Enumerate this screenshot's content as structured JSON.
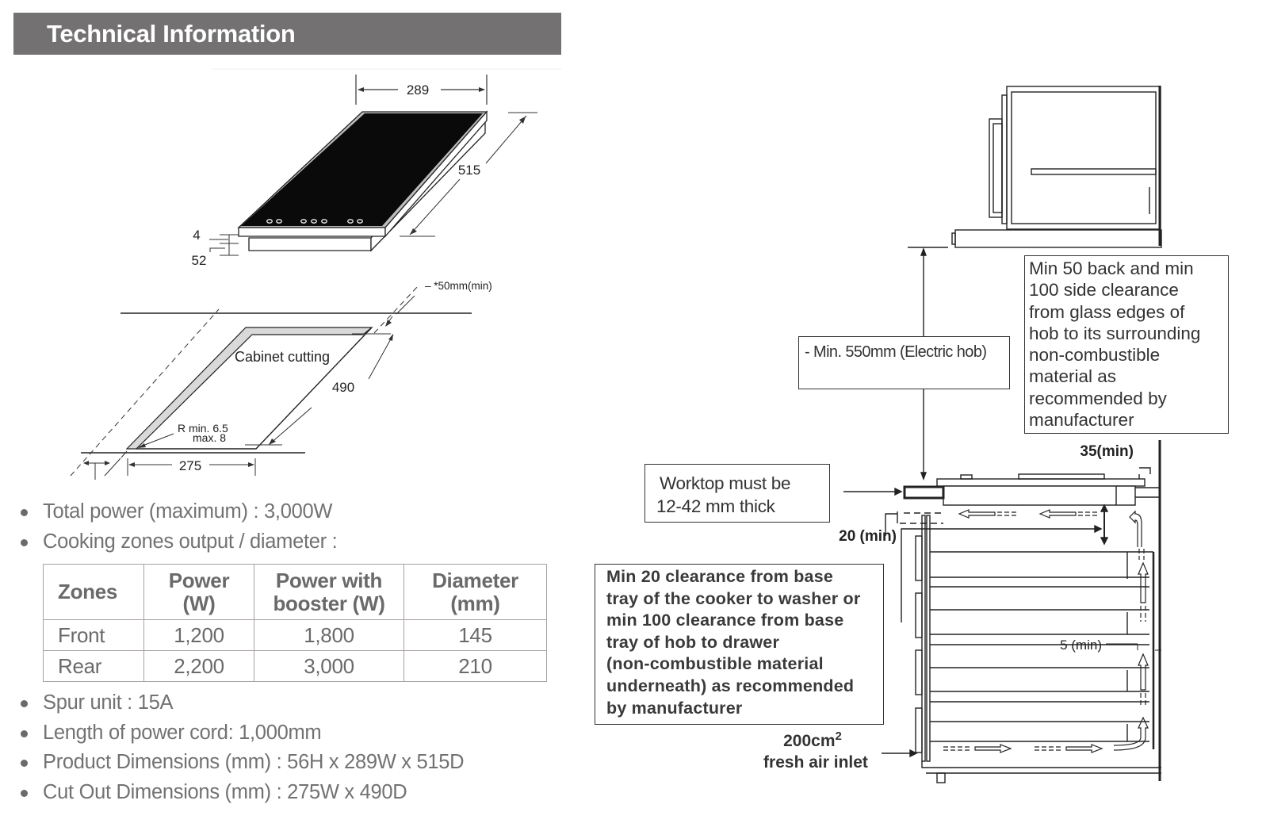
{
  "header": {
    "title": "Technical Information"
  },
  "product_drawing": {
    "width_label": "289",
    "depth_label": "515",
    "top_thickness_label": "4",
    "total_height_label": "52"
  },
  "cutout_drawing": {
    "clearance_label": "*50mm(min)",
    "title": "Cabinet cutting",
    "depth_label": "490",
    "width_label": "275",
    "radius_label_line1": "R  min. 6.5",
    "radius_label_line2": "max. 8"
  },
  "specs_top": [
    "Total power (maximum) : 3,000W",
    "Cooking zones output / diameter :"
  ],
  "zones_table": {
    "headers": [
      [
        "Zones"
      ],
      [
        "Power",
        "(W)"
      ],
      [
        "Power with",
        "booster (W)"
      ],
      [
        "Diameter",
        "(mm)"
      ]
    ],
    "rows": [
      [
        "Front",
        "1,200",
        "1,800",
        "145"
      ],
      [
        "Rear",
        "2,200",
        "3,000",
        "210"
      ]
    ]
  },
  "specs_bottom": [
    "Spur unit : 15A",
    "Length of power cord: 1,000mm",
    "Product Dimensions (mm) : 56H x 289W x 515D",
    "Cut Out Dimensions (mm) : 275W x 490D"
  ],
  "installation": {
    "hood_clearance_note": "- Min. 550mm (Electric hob)",
    "side_clearance_note": [
      "Min 50 back and min",
      "100 side clearance",
      "from glass edges of",
      "hob to its surrounding",
      "non-combustible",
      "material as",
      "recommended by",
      "manufacturer"
    ],
    "worktop_note": [
      "Worktop must be",
      "12-42 mm thick"
    ],
    "base_clearance_note": [
      "Min 20 clearance from base",
      "tray of the cooker to washer or",
      "min 100 clearance from base",
      "tray of hob to drawer",
      "(non-combustible material",
      "underneath) as recommended",
      "by manufacturer"
    ],
    "back_gap_label": "35(min)",
    "under_gap_label": "20 (min)",
    "rear_gap_label": "5 (min)",
    "air_inlet_area": "200cm",
    "air_inlet_superscript": "2",
    "air_inlet_label": "fresh air inlet"
  },
  "colors": {
    "header_bg": "#737172",
    "header_text": "#ffffff",
    "body_text": "#727272",
    "table_border": "#a9a1a3",
    "hob_glass": "#0a0a0a",
    "cut_edge": "#d9d9d9"
  }
}
